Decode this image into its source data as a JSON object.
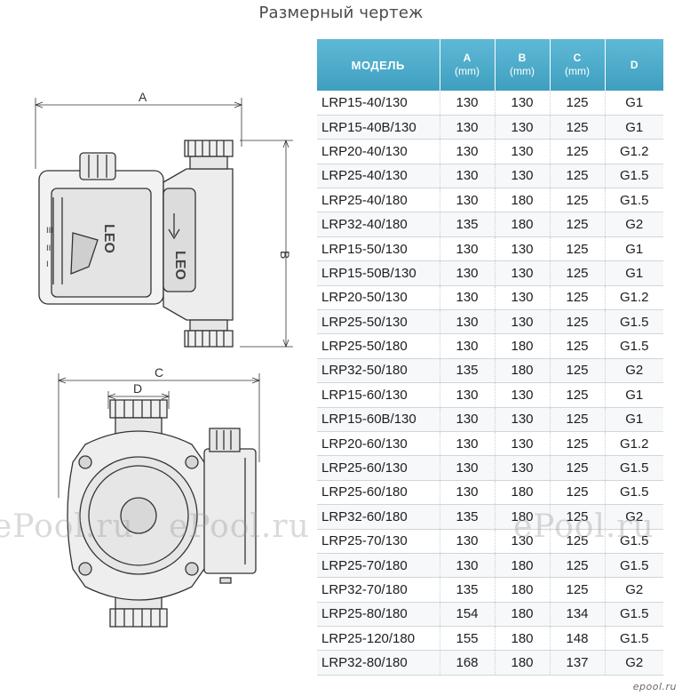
{
  "page": {
    "title": "Размерный чертеж"
  },
  "drawing": {
    "dim_a": "A",
    "dim_b": "B",
    "dim_c": "C",
    "dim_d": "D",
    "brand_mark": "LEO"
  },
  "table": {
    "headers": {
      "model": "МОДЕЛЬ",
      "a": "A",
      "a_unit": "(mm)",
      "b": "B",
      "b_unit": "(mm)",
      "c": "C",
      "c_unit": "(mm)",
      "d": "D"
    },
    "rows": [
      [
        "LRP15-40/130",
        "130",
        "130",
        "125",
        "G1"
      ],
      [
        "LRP15-40B/130",
        "130",
        "130",
        "125",
        "G1"
      ],
      [
        "LRP20-40/130",
        "130",
        "130",
        "125",
        "G1.2"
      ],
      [
        "LRP25-40/130",
        "130",
        "130",
        "125",
        "G1.5"
      ],
      [
        "LRP25-40/180",
        "130",
        "180",
        "125",
        "G1.5"
      ],
      [
        "LRP32-40/180",
        "135",
        "180",
        "125",
        "G2"
      ],
      [
        "LRP15-50/130",
        "130",
        "130",
        "125",
        "G1"
      ],
      [
        "LRP15-50B/130",
        "130",
        "130",
        "125",
        "G1"
      ],
      [
        "LRP20-50/130",
        "130",
        "130",
        "125",
        "G1.2"
      ],
      [
        "LRP25-50/130",
        "130",
        "130",
        "125",
        "G1.5"
      ],
      [
        "LRP25-50/180",
        "130",
        "180",
        "125",
        "G1.5"
      ],
      [
        "LRP32-50/180",
        "135",
        "180",
        "125",
        "G2"
      ],
      [
        "LRP15-60/130",
        "130",
        "130",
        "125",
        "G1"
      ],
      [
        "LRP15-60B/130",
        "130",
        "130",
        "125",
        "G1"
      ],
      [
        "LRP20-60/130",
        "130",
        "130",
        "125",
        "G1.2"
      ],
      [
        "LRP25-60/130",
        "130",
        "130",
        "125",
        "G1.5"
      ],
      [
        "LRP25-60/180",
        "130",
        "180",
        "125",
        "G1.5"
      ],
      [
        "LRP32-60/180",
        "135",
        "180",
        "125",
        "G2"
      ],
      [
        "LRP25-70/130",
        "130",
        "130",
        "125",
        "G1.5"
      ],
      [
        "LRP25-70/180",
        "130",
        "180",
        "125",
        "G1.5"
      ],
      [
        "LRP32-70/180",
        "135",
        "180",
        "125",
        "G2"
      ],
      [
        "LRP25-80/180",
        "154",
        "180",
        "134",
        "G1.5"
      ],
      [
        "LRP25-120/180",
        "155",
        "180",
        "148",
        "G1.5"
      ],
      [
        "LRP32-80/180",
        "168",
        "180",
        "137",
        "G2"
      ]
    ]
  },
  "watermark": {
    "text": "ePool.ru"
  },
  "logo": {
    "text": "epool.ru"
  }
}
